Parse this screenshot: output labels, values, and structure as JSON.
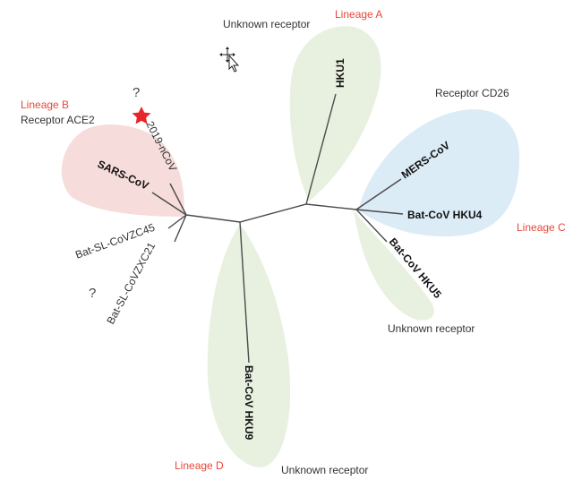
{
  "colors": {
    "lineage_label": "#e8473a",
    "blob_green": "#e8f1e0",
    "blob_pink": "#f6dcda",
    "blob_blue": "#dcecf6",
    "star": "#e8252a"
  },
  "labels": {
    "lineage_a": "Lineage A",
    "lineage_b": "Lineage B",
    "lineage_c": "Lineage C",
    "lineage_d": "Lineage D",
    "receptor_unknown_a": "Unknown receptor",
    "receptor_ace2": "Receptor ACE2",
    "receptor_cd26": "Receptor CD26",
    "receptor_unknown_c": "Unknown receptor",
    "receptor_unknown_d": "Unknown receptor",
    "question_top": "?",
    "question_bottom": "?"
  },
  "taxa": {
    "hku1": "HKU1",
    "mers": "MERS-CoV",
    "hku4": "Bat-CoV HKU4",
    "hku5": "Bat-CoV HKU5",
    "hku9": "Bat-CoV HKU9",
    "sars": "SARS-CoV",
    "ncov": "2019-nCoV",
    "zc45": "Bat-SL-CoVZC45",
    "zxc21": "Bat-SL-CoVZXC21"
  },
  "icons": {
    "star": "star-icon",
    "cursor": "move-cursor-icon"
  }
}
